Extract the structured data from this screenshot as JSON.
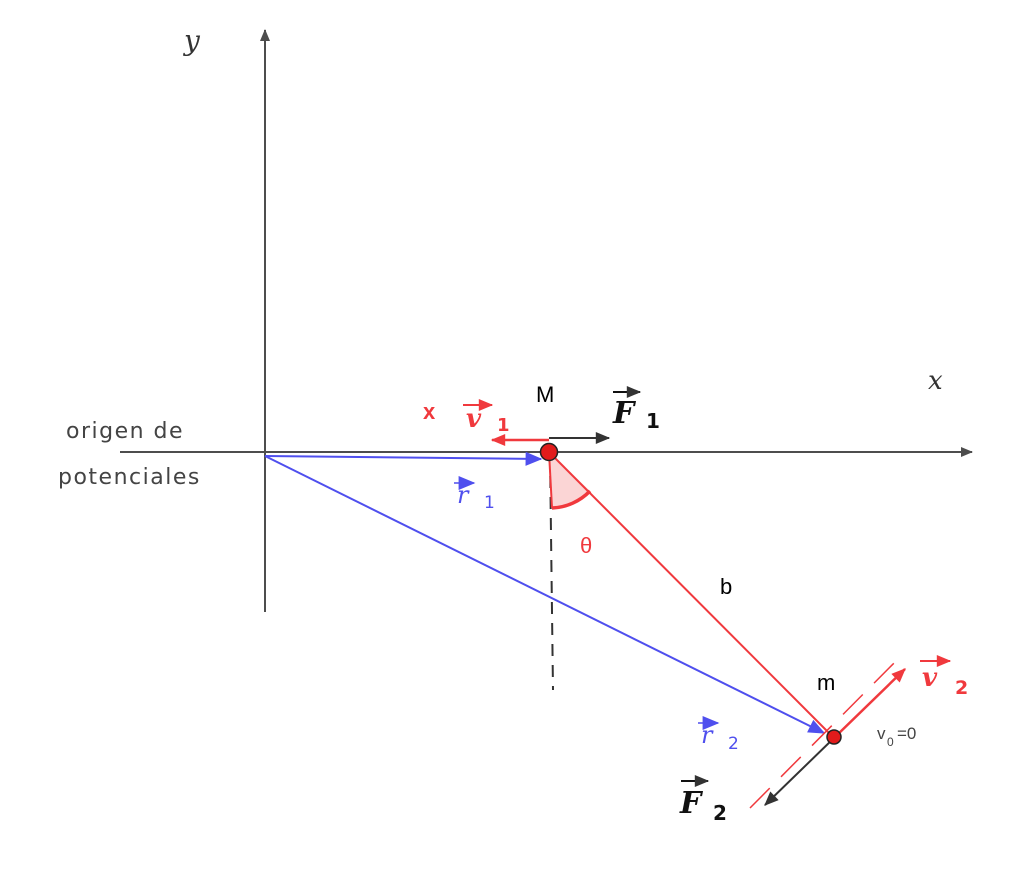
{
  "axes": {
    "x_label": "x",
    "y_label": "y"
  },
  "origin_label": {
    "line1": "origen  de",
    "line2": "potenciales"
  },
  "mass_big": {
    "label": "M"
  },
  "mass_small": {
    "label": "m",
    "initial_velocity": {
      "symbol": "v",
      "subscript": "0",
      "equals": "=0"
    }
  },
  "vectors": {
    "F1": {
      "symbol": "F",
      "subscript": "1"
    },
    "F2": {
      "symbol": "F",
      "subscript": "2"
    },
    "v1": {
      "symbol": "v",
      "subscript": "1"
    },
    "v2": {
      "symbol": "v",
      "subscript": "2"
    },
    "r1": {
      "symbol": "r",
      "subscript": "1"
    },
    "r2": {
      "symbol": "r",
      "subscript": "2"
    }
  },
  "x_marker": "x",
  "angle_label": "θ",
  "rod_label": "b",
  "colors": {
    "axis": "#4d4d4d",
    "red": "#f0393d",
    "blue": "#4f4fee",
    "force": "#333333",
    "text": "#000000",
    "angle_fill": "#fbd5d5"
  }
}
